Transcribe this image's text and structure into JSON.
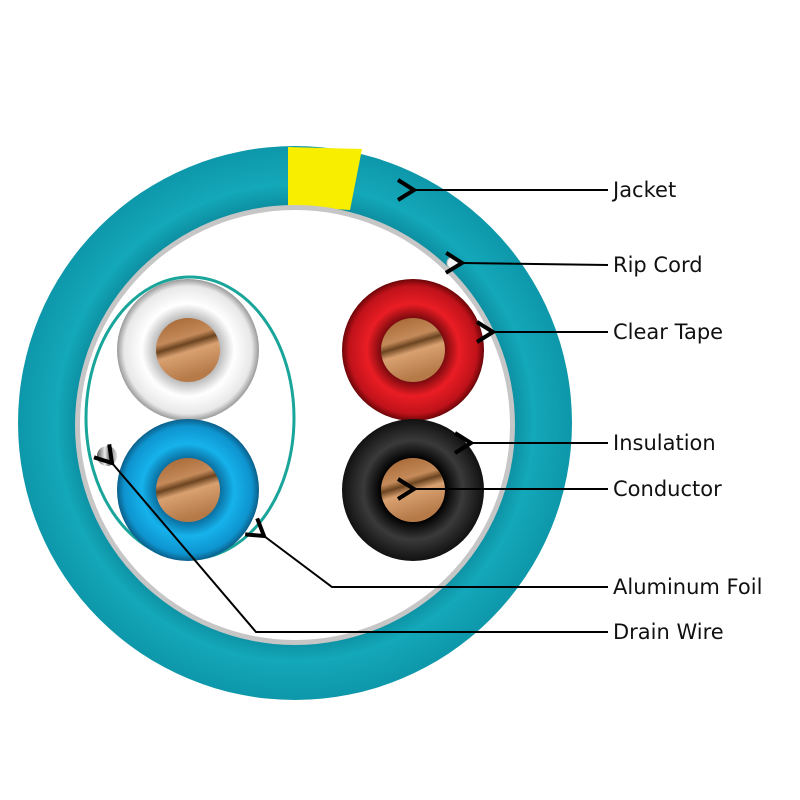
{
  "labels": {
    "jacket": "Jacket",
    "rip_cord": "Rip Cord",
    "clear_tape": "Clear Tape",
    "insulation": "Insulation",
    "conductor": "Conductor",
    "aluminum_foil": "Aluminum Foil",
    "drain_wire": "Drain Wire"
  },
  "colors": {
    "jacket": "#12a5b8",
    "stripe": "#f7ee00",
    "clear_tape": "#c8c8c8",
    "foil": "#1aa59a",
    "pair_white": "#f2f2f2",
    "pair_blue": "#12a4dc",
    "pair_red": "#d4151c",
    "pair_black": "#1e1e1e",
    "copper": "#b87a4a"
  }
}
